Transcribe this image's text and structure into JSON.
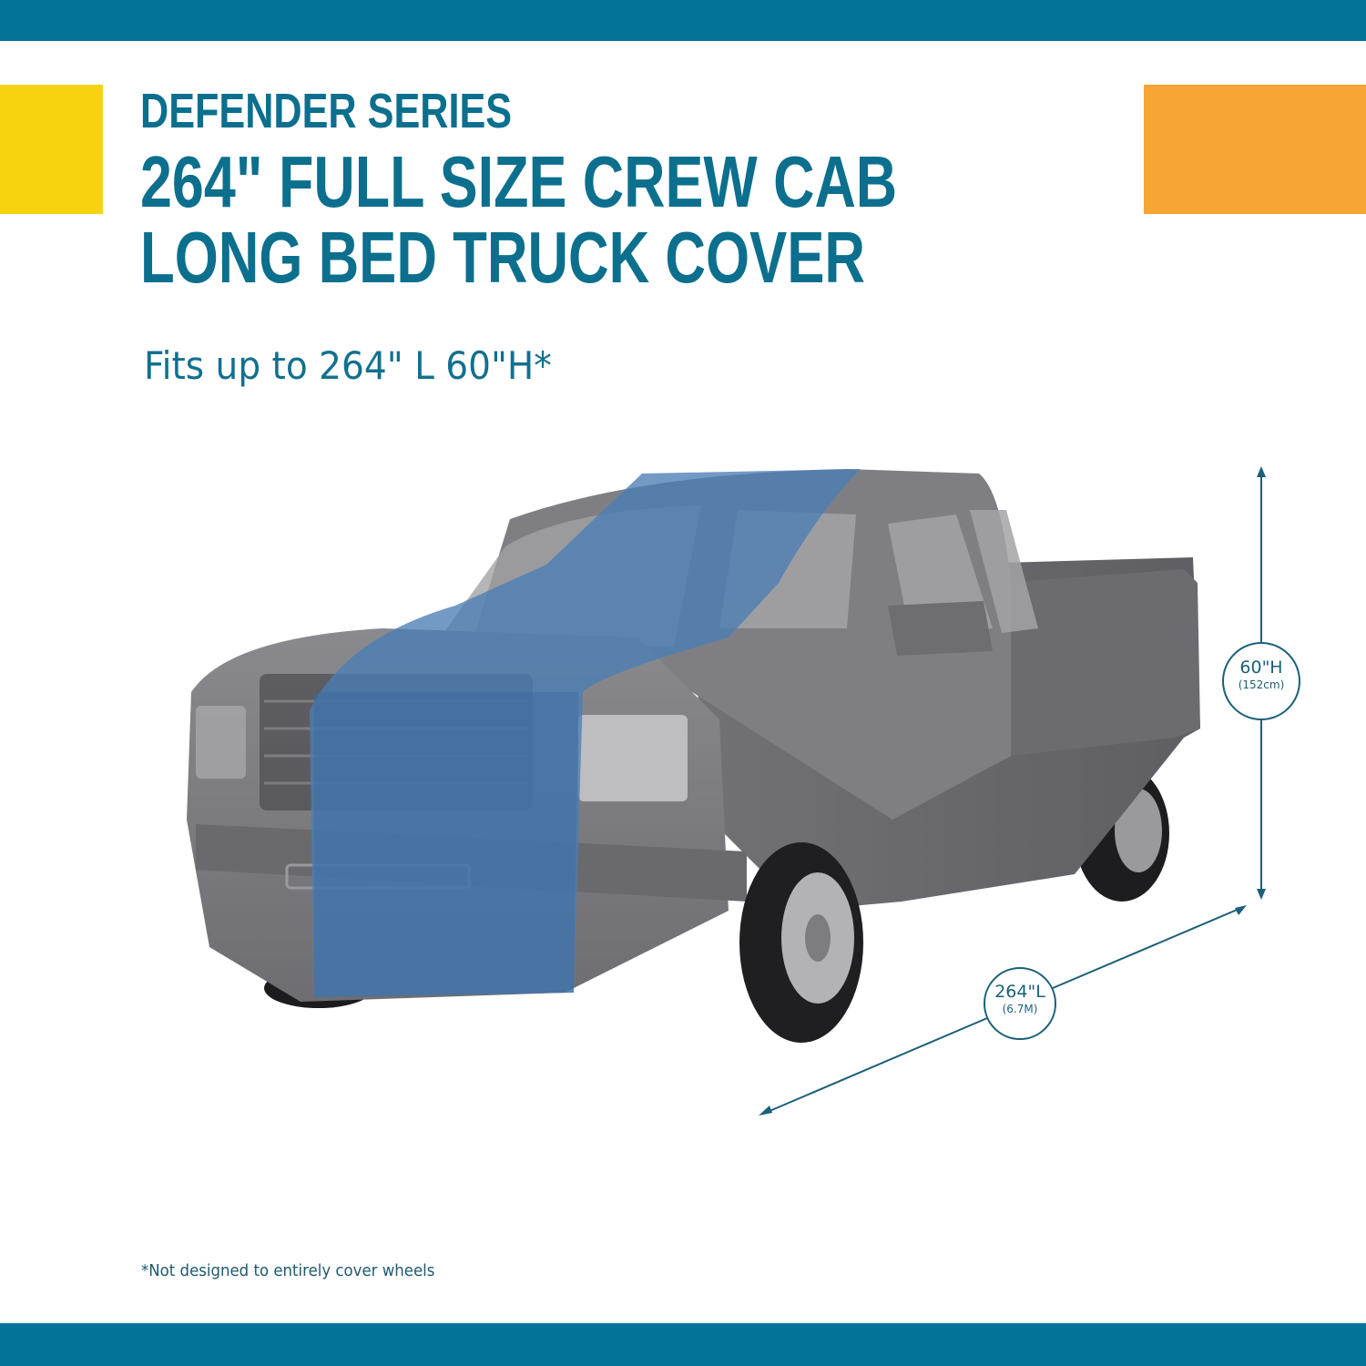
{
  "header": {
    "series": "DEFENDER SERIES",
    "title_line1": "264\" FULL SIZE CREW CAB",
    "title_line2": "LONG BED TRUCK COVER"
  },
  "fit": {
    "text": "Fits up to 264\" L 60\"H*"
  },
  "dimensions": {
    "height": {
      "main": "60\"H",
      "sub": "(152cm)"
    },
    "length": {
      "main": "264\"L",
      "sub": "(6.7M)"
    }
  },
  "footnote": "*Not designed to entirely cover wheels",
  "colors": {
    "brand_teal": "#037397",
    "heading": "#0c6f8e",
    "accent_yellow": "#f7d30f",
    "accent_orange": "#f7a535",
    "cover_gray": "#7b7b7f",
    "cover_stripe": "#4876ad"
  },
  "image": {
    "subject": "pickup-truck-with-gray-cover-and-blue-stripe"
  }
}
